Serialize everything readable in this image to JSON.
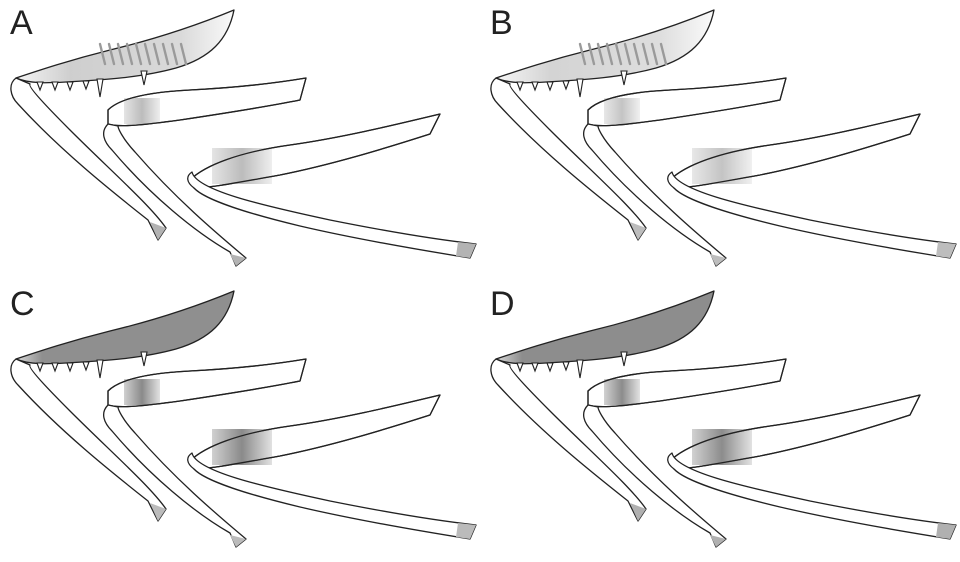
{
  "figure": {
    "panels": [
      {
        "label": "A",
        "pattern": "stripes",
        "femur_shade": "#c9c9c9",
        "band_shade": "#bcbcbc",
        "tip_shade": "#b3b3b3"
      },
      {
        "label": "B",
        "pattern": "stripes",
        "femur_shade": "#cfcfcf",
        "band_shade": "#c4c4c4",
        "tip_shade": "#bdbdbd"
      },
      {
        "label": "C",
        "pattern": "solid",
        "femur_shade": "#8f8f8f",
        "band_shade": "#8a8a8a",
        "tip_shade": "#bbbbbb"
      },
      {
        "label": "D",
        "pattern": "solid",
        "femur_shade": "#8d8d8d",
        "band_shade": "#8c8c8c",
        "tip_shade": "#b0b0b0"
      }
    ]
  }
}
